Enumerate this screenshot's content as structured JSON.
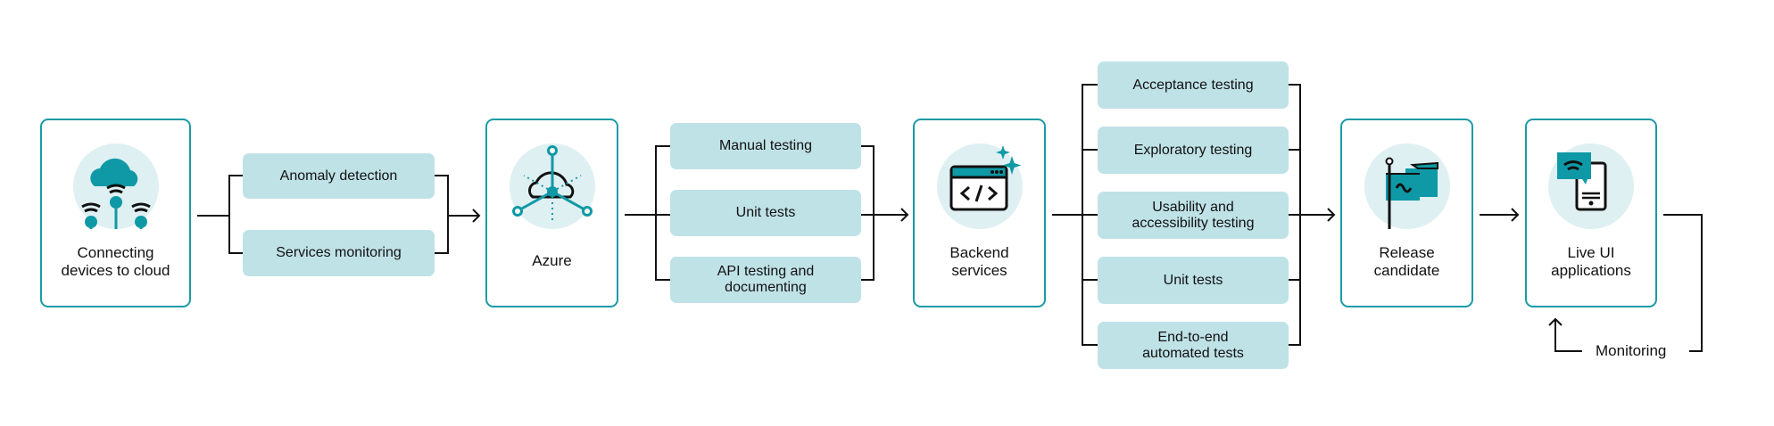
{
  "colors": {
    "accent": "#1a9aa8",
    "icon_fill": "#0f99a6",
    "icon_bg": "#dff0f2",
    "pill_bg": "#bfe2e7",
    "line": "#111111"
  },
  "nodes": [
    {
      "id": "devices",
      "label_line1": "Connecting",
      "label_line2": "devices to cloud",
      "icon": "cloud-iot-icon"
    },
    {
      "id": "azure",
      "label_line1": "Azure",
      "label_line2": "",
      "icon": "cloud-network-icon"
    },
    {
      "id": "backend",
      "label_line1": "Backend",
      "label_line2": "services",
      "icon": "code-window-icon"
    },
    {
      "id": "release",
      "label_line1": "Release",
      "label_line2": "candidate",
      "icon": "flag-icon"
    },
    {
      "id": "live",
      "label_line1": "Live UI",
      "label_line2": "applications",
      "icon": "mobile-chat-icon"
    }
  ],
  "group1": [
    "Anomaly detection",
    "Services monitoring"
  ],
  "group2": [
    [
      "Manual testing",
      ""
    ],
    [
      "Unit tests",
      ""
    ],
    [
      "API testing and",
      "documenting"
    ]
  ],
  "group3": [
    [
      "Acceptance testing",
      ""
    ],
    [
      "Exploratory testing",
      ""
    ],
    [
      "Usability and",
      "accessibility testing"
    ],
    [
      "Unit tests",
      ""
    ],
    [
      "End-to-end",
      "automated tests"
    ]
  ],
  "feedback": {
    "label": "Monitoring"
  }
}
